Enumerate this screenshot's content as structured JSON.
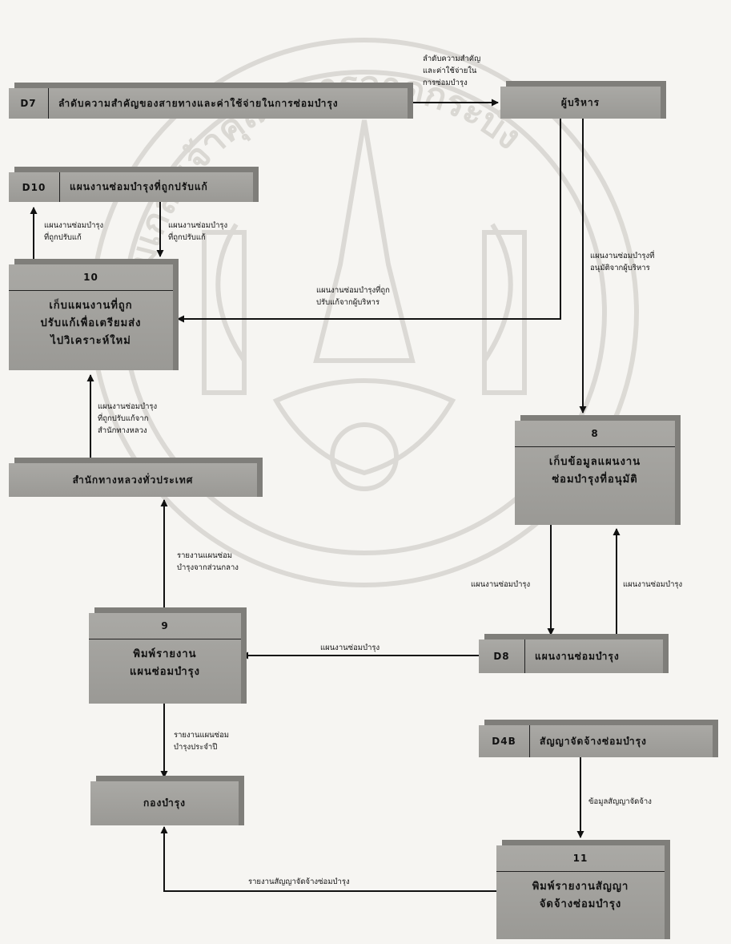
{
  "watermark": {
    "text": "จอมเกล้าเจ้าคุณทหารลาดกระบัง"
  },
  "external_entities": {
    "e_admin": "ผู้บริหาร",
    "e_doh": "สำนักทางหลวงทั่วประเทศ",
    "e_maint": "กองบำรุง"
  },
  "data_stores": {
    "d7": {
      "id": "D7",
      "label": "ลำดับความสำคัญของสายทางและค่าใช้จ่ายในการซ่อมบำรุง"
    },
    "d10": {
      "id": "D10",
      "label": "แผนงานซ่อมบำรุงที่ถูกปรับแก้"
    },
    "d8": {
      "id": "D8",
      "label": "แผนงานซ่อมบำรุง"
    },
    "d4b": {
      "id": "D4B",
      "label": "สัญญาจัดจ้างซ่อมบำรุง"
    }
  },
  "processes": {
    "p10": {
      "number": "10",
      "name": "เก็บแผนงานที่ถูก\nปรับแก้เพื่อเตรียมส่ง\nไปวิเคราะห์ใหม่"
    },
    "p8": {
      "number": "8",
      "name": "เก็บข้อมูลแผนงาน\nซ่อมบำรุงที่อนุมัติ"
    },
    "p9": {
      "number": "9",
      "name": "พิมพ์รายงาน\nแผนซ่อมบำรุง"
    },
    "p11": {
      "number": "11",
      "name": "พิมพ์รายงานสัญญา\nจัดจ้างซ่อมบำรุง"
    }
  },
  "flows": {
    "f_d7_admin": "ลำดับความสำคัญ\nและค่าใช้จ่ายใน\nการซ่อมบำรุง",
    "f_p10_d10": "แผนงานซ่อมบำรุง\nที่ถูกปรับแก้",
    "f_d10_p10": "แผนงานซ่อมบำรุง\nที่ถูกปรับแก้",
    "f_admin_p10": "แผนงานซ่อมบำรุงที่ถูก\nปรับแก้จากผู้บริหาร",
    "f_admin_p8": "แผนงานซ่อมบำรุงที่\nอนุมัติจากผู้บริหาร",
    "f_doh_p10": "แผนงานซ่อมบำรุง\nที่ถูกปรับแก้จาก\nสำนักทางหลวง",
    "f_p9_doh": "รายงานแผนซ่อม\nบำรุงจากส่วนกลาง",
    "f_p8_d8": "แผนงานซ่อมบำรุง",
    "f_d8_p8": "แผนงานซ่อมบำรุง",
    "f_d8_p9": "แผนงานซ่อมบำรุง",
    "f_p9_maint": "รายงานแผนซ่อม\nบำรุงประจำปี",
    "f_d4b_p11": "ข้อมูลสัญญาจัดจ้าง",
    "f_p11_maint": "รายงานสัญญาจัดจ้างซ่อมบำรุง"
  }
}
